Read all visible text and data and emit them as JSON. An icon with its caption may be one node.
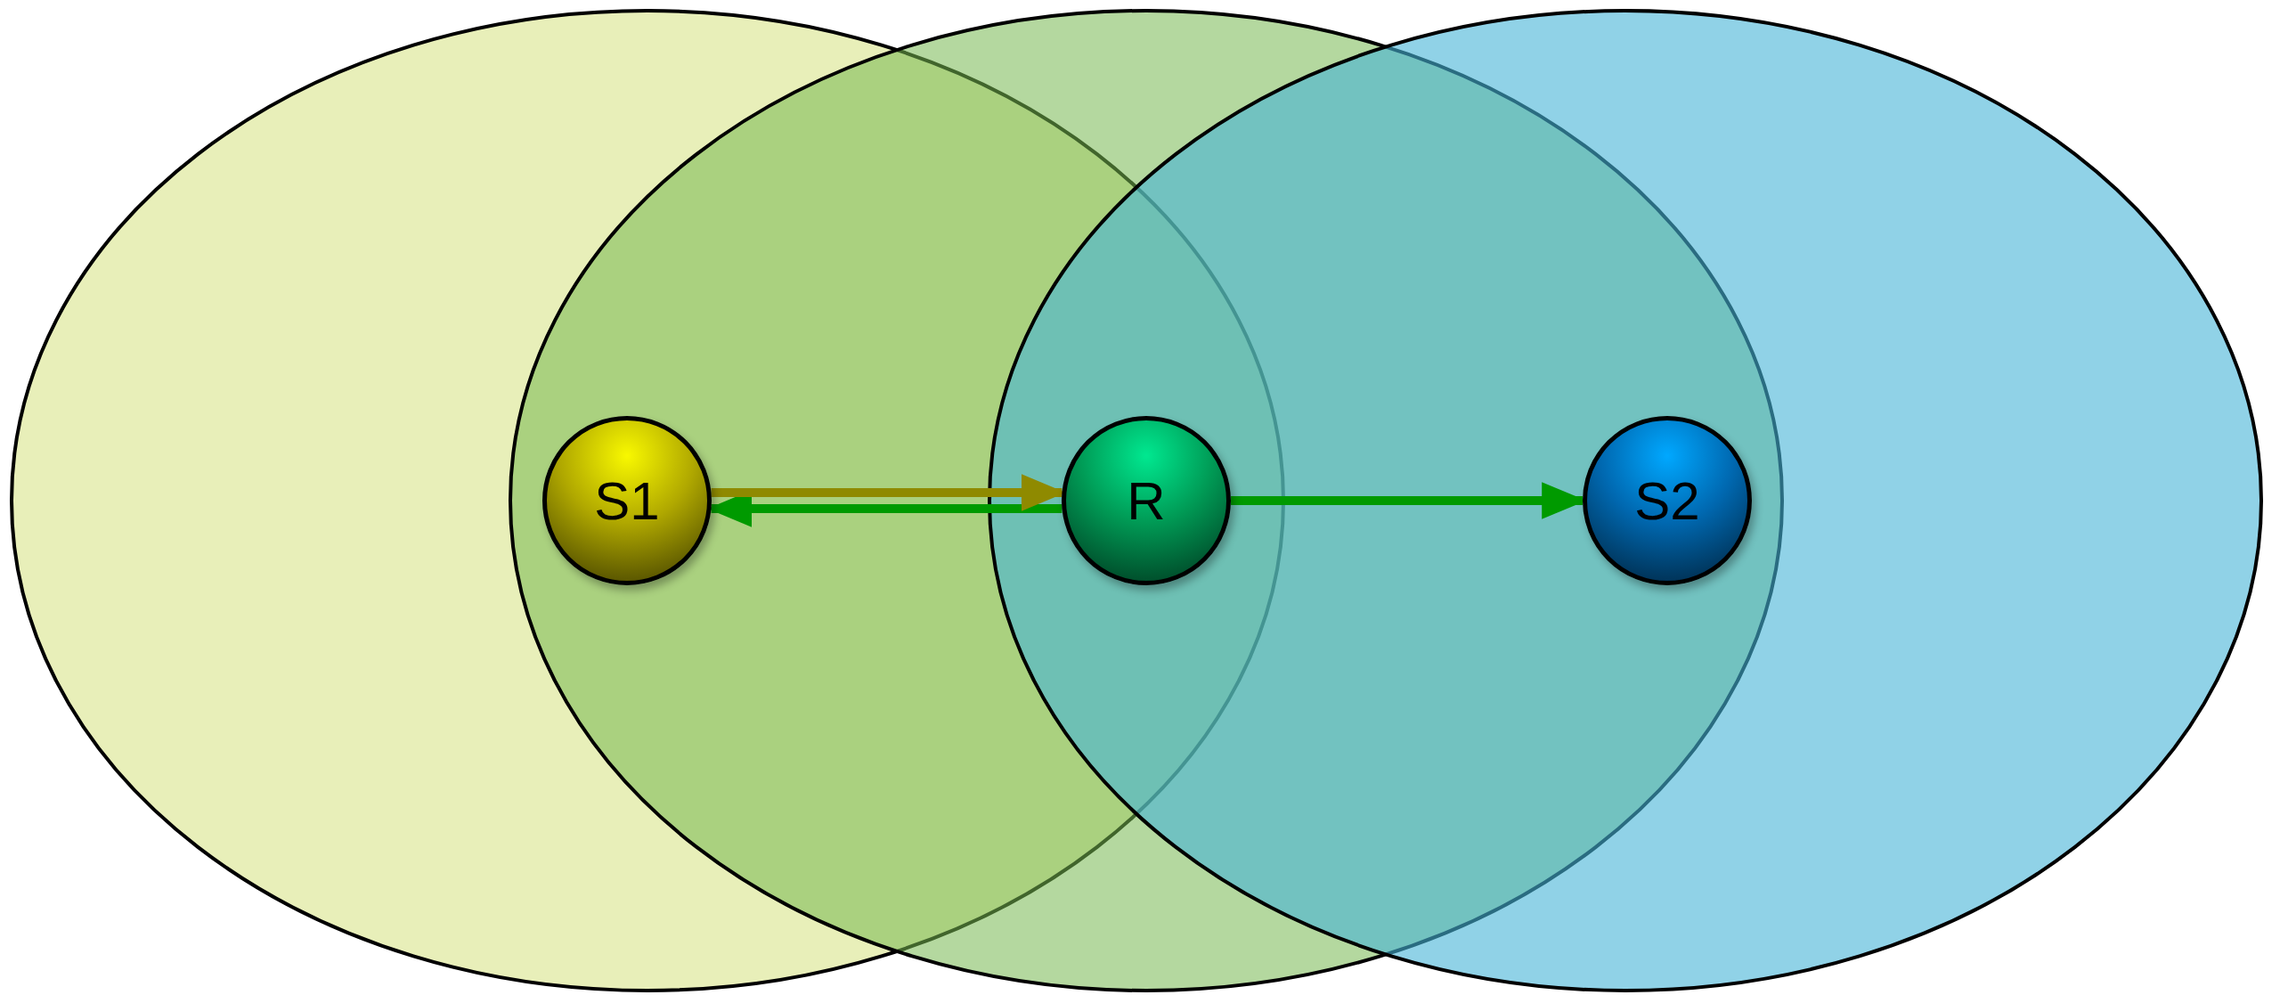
{
  "diagram": {
    "nodes": [
      {
        "text": [
          "S1"
        ]
      },
      {
        "text": [
          "R"
        ]
      },
      {
        "text": [
          "S2"
        ]
      }
    ],
    "edges": [
      {
        "from": 0,
        "to": 1,
        "arrow": "to",
        "color": "#8f8a00"
      },
      {
        "from": 1,
        "to": 0,
        "arrow": "to"
      },
      {
        "from": 1,
        "to": 2,
        "arrow": "to"
      }
    ]
  }
}
